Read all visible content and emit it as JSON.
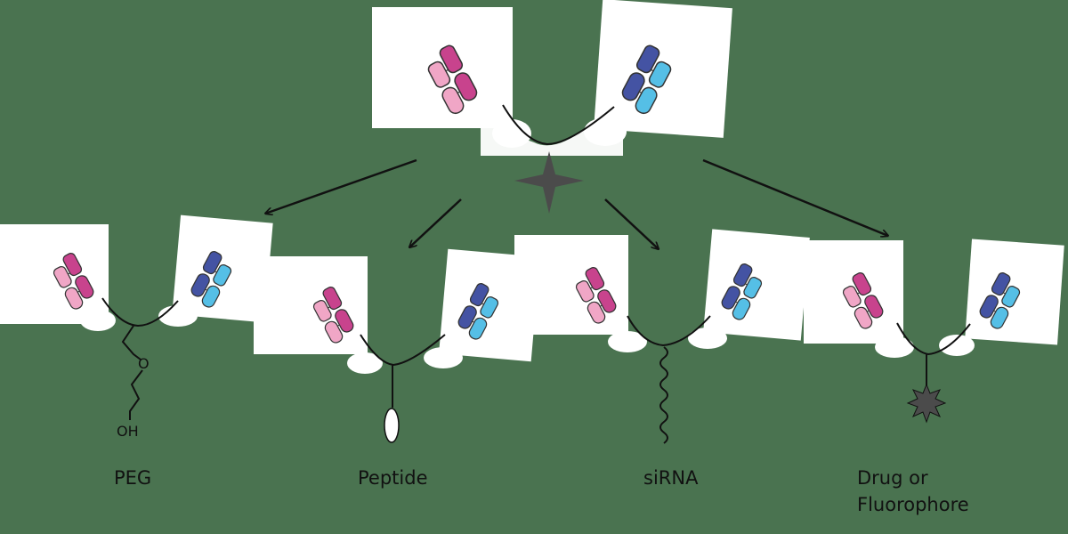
{
  "colors": {
    "background": "#4a7350",
    "panel": "#ffffff",
    "light_pink": "#f0a6c6",
    "magenta": "#c8438d",
    "dark_blue": "#4453a3",
    "light_blue": "#55bfe6",
    "star": "#4b4b4b",
    "line": "#111111"
  },
  "diagram": {
    "center_icon": "four-point-star-icon",
    "labels": {
      "peg": "PEG",
      "peptide": "Peptide",
      "sirna": "siRNA",
      "drug_line1": "Drug or",
      "drug_line2": "Fluorophore"
    },
    "chem": {
      "oxygen": "O",
      "hydroxyl": "OH"
    }
  }
}
